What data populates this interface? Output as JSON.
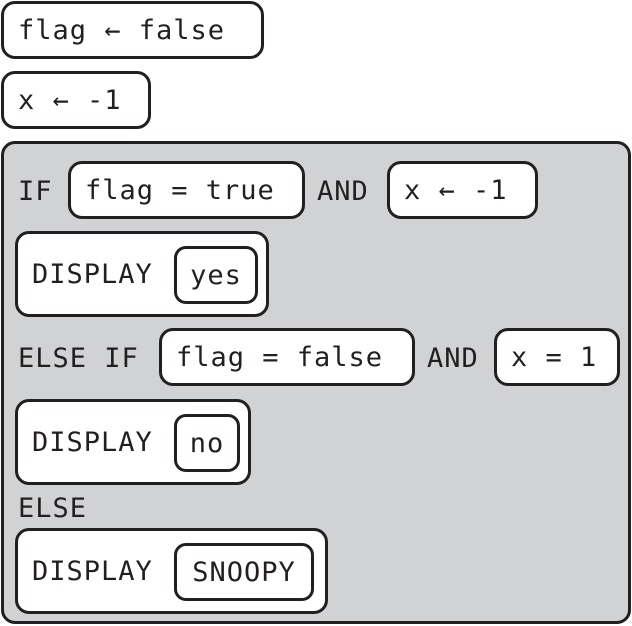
{
  "statements": {
    "assign_flag": "flag ← false",
    "assign_x": "x ← -1"
  },
  "if_block": {
    "if_keyword": "IF",
    "if_cond_left": "flag = true",
    "if_and": "AND",
    "if_cond_right": "x ← -1",
    "if_display_keyword": "DISPLAY",
    "if_display_value": "yes",
    "elseif_keyword": "ELSE IF",
    "elseif_cond_left": "flag = false",
    "elseif_and": "AND",
    "elseif_cond_right": "x = 1",
    "elseif_display_keyword": "DISPLAY",
    "elseif_display_value": "no",
    "else_keyword": "ELSE",
    "else_display_keyword": "DISPLAY",
    "else_display_value": "SNOOPY"
  }
}
